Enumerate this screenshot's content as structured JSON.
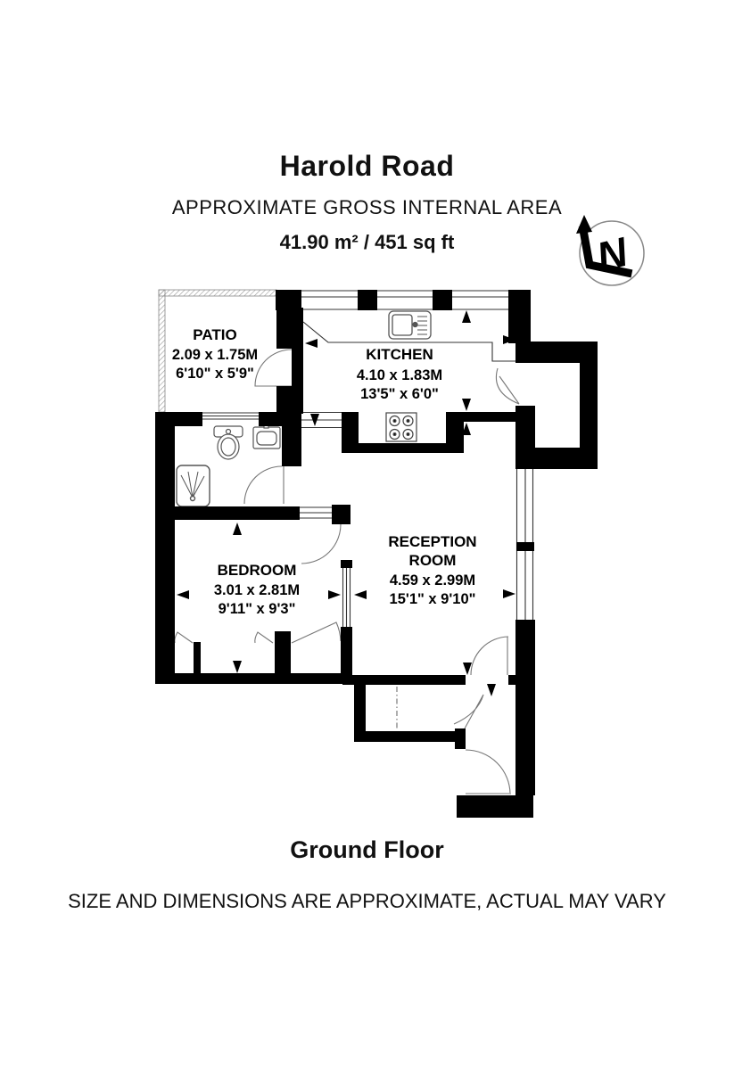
{
  "header": {
    "title": "Harold Road",
    "subtitle": "APPROXIMATE GROSS INTERNAL AREA",
    "area": "41.90 m² / 451 sq ft"
  },
  "compass": {
    "north_label": "N"
  },
  "rooms": {
    "patio": {
      "name": "PATIO",
      "metric": "2.09 x 1.75M",
      "imperial": "6'10\" x 5'9\""
    },
    "kitchen": {
      "name": "KITCHEN",
      "metric": "4.10 x 1.83M",
      "imperial": "13'5\" x 6'0\""
    },
    "bedroom": {
      "name": "BEDROOM",
      "metric": "3.01 x 2.81M",
      "imperial": "9'11\" x 9'3\""
    },
    "reception": {
      "name_line1": "RECEPTION",
      "name_line2": "ROOM",
      "metric": "4.59 x 2.99M",
      "imperial": "15'1\" x 9'10\""
    }
  },
  "footer": {
    "floor": "Ground Floor",
    "disclaimer": "SIZE AND DIMENSIONS ARE APPROXIMATE, ACTUAL MAY VARY"
  },
  "colors": {
    "wall": "#000000",
    "thin_line": "#4a4a4a",
    "hatch": "#9a9a9a"
  }
}
